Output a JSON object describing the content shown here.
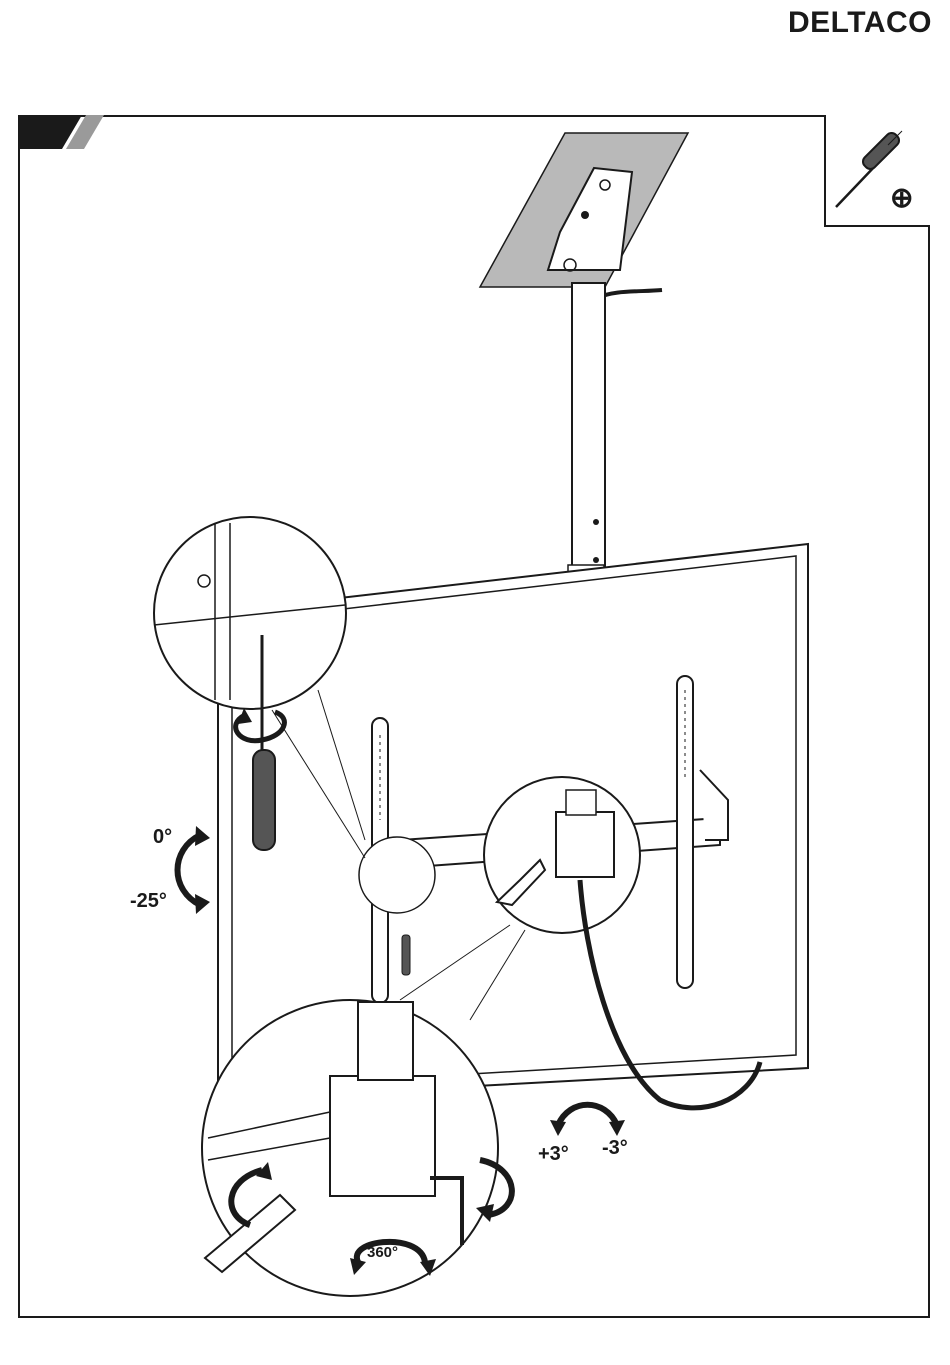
{
  "header": {
    "brand": "DELTACO"
  },
  "tool": {
    "name": "phillips-screwdriver",
    "symbol": "⊕"
  },
  "annotations": {
    "tilt_top": "0°",
    "tilt_bottom": "-25°",
    "swivel_left": "+3°",
    "swivel_right": "-3°",
    "rotate": "360°"
  },
  "colors": {
    "ink": "#1a1a1a",
    "ceiling": "#b9b9b9",
    "handle": "#555555",
    "bg": "#ffffff"
  }
}
